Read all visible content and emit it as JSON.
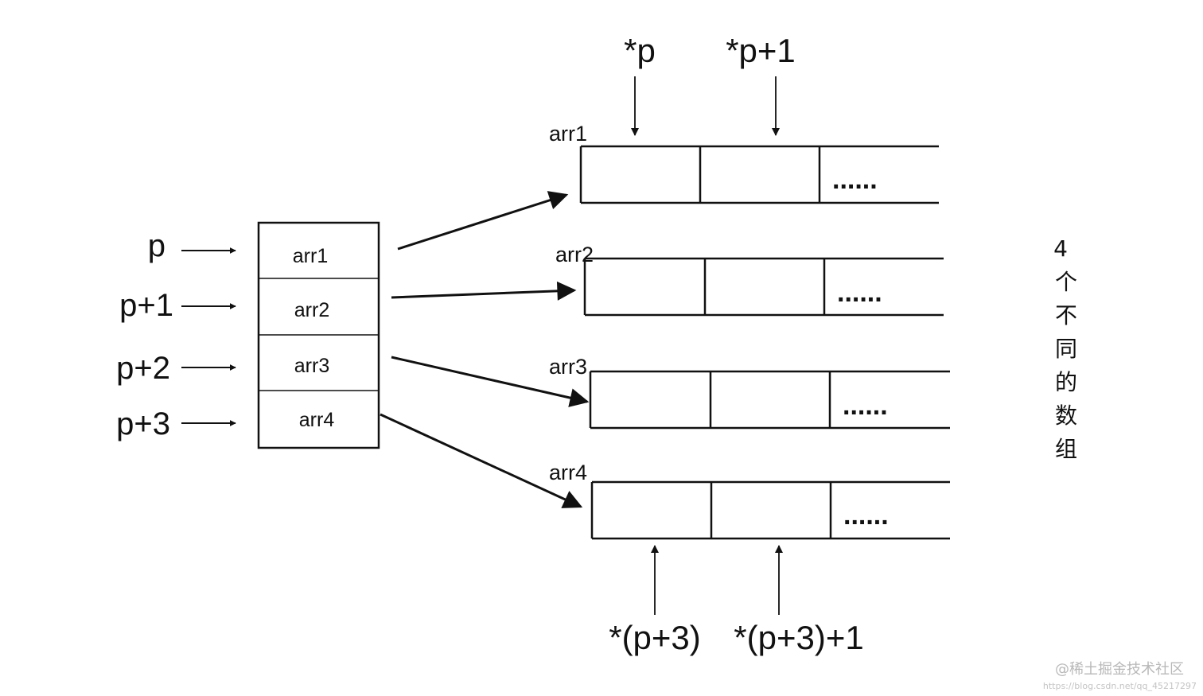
{
  "pointers": [
    {
      "label": "p",
      "target": "arr1"
    },
    {
      "label": "p+1",
      "target": "arr2"
    },
    {
      "label": "p+2",
      "target": "arr3"
    },
    {
      "label": "p+3",
      "target": "arr4"
    }
  ],
  "pointer_array": {
    "cells": [
      "arr1",
      "arr2",
      "arr3",
      "arr4"
    ]
  },
  "arrays": [
    {
      "name": "arr1",
      "ellipsis": "......"
    },
    {
      "name": "arr2",
      "ellipsis": "......"
    },
    {
      "name": "arr3",
      "ellipsis": "......"
    },
    {
      "name": "arr4",
      "ellipsis": "......"
    }
  ],
  "top_derefs": [
    "*p",
    "*p+1"
  ],
  "bottom_derefs": [
    "*(p+3)",
    "*(p+3)+1"
  ],
  "side_note": [
    "4",
    "个",
    "不",
    "同",
    "的",
    "数",
    "组"
  ],
  "watermark": {
    "main": "@稀土掘金技术社区",
    "url": "https://blog.csdn.net/qq_45217297"
  },
  "colors": {
    "ink": "#111111",
    "background": "#ffffff",
    "watermark": "#b8b8b8"
  }
}
